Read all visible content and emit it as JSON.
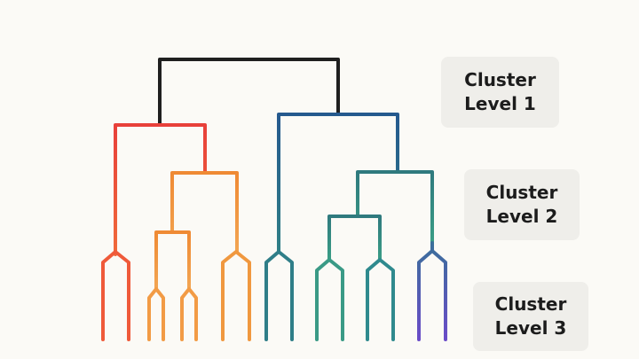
{
  "levels": [
    {
      "line1": "Cluster",
      "line2": "Level 1"
    },
    {
      "line1": "Cluster",
      "line2": "Level 2"
    },
    {
      "line1": "Cluster",
      "line2": "Level 3"
    }
  ],
  "colors": {
    "background": "#fbfaf6",
    "card": "#efeeea",
    "root": "#1f1f1f",
    "red": "#e8483a",
    "orange": "#f0933a",
    "blue": "#27608e",
    "teal": "#2f8a80",
    "purple": "#6a4fc4"
  }
}
